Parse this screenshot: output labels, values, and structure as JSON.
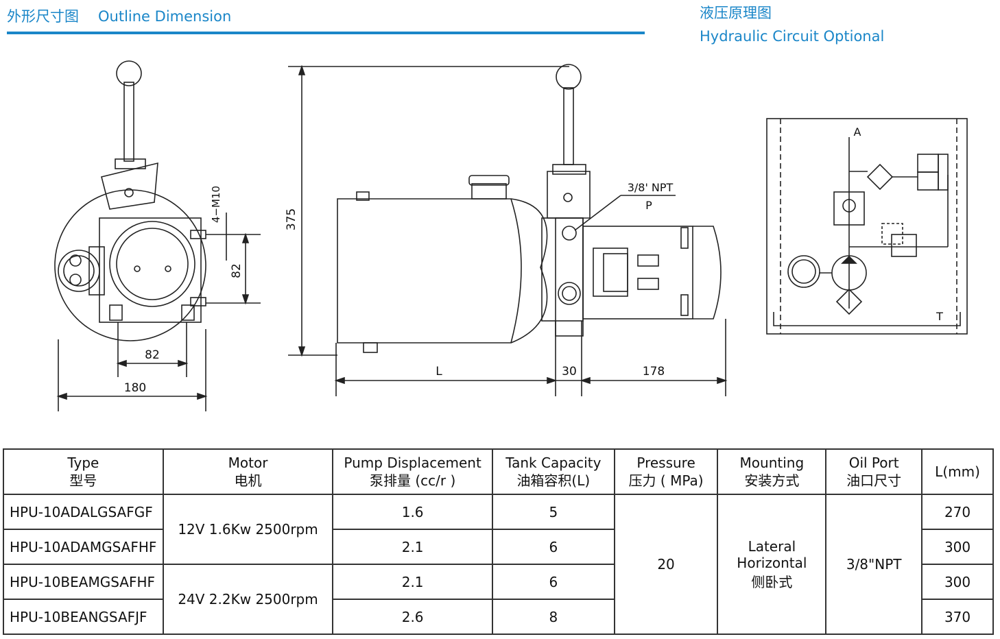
{
  "header": {
    "left_cn": "外形尺寸图",
    "left_en": "Outline Dimension",
    "right_cn": "液压原理图",
    "right_en": "Hydraulic Circuit Optional"
  },
  "drawing": {
    "dim_82_bottom": "82",
    "dim_180": "180",
    "dim_4m10": "4−M10",
    "dim_82_side": "82",
    "dim_375": "375",
    "port_label": "3/8' NPT",
    "port_p": "P",
    "dim_L": "L",
    "dim_30": "30",
    "dim_178": "178",
    "circuit_A": "A",
    "circuit_T": "T"
  },
  "table": {
    "headers": [
      {
        "en": "Type",
        "cn": "型号"
      },
      {
        "en": "Motor",
        "cn": "电机"
      },
      {
        "en": "Pump Displacement",
        "cn": "泵排量 (cc/r )"
      },
      {
        "en": "Tank Capacity",
        "cn": "油箱容积(L)"
      },
      {
        "en": "Pressure",
        "cn": "压力 ( MPa)"
      },
      {
        "en": "Mounting",
        "cn": "安装方式"
      },
      {
        "en": "Oil Port",
        "cn": "油口尺寸"
      },
      {
        "en": "L(mm)",
        "cn": ""
      }
    ],
    "rows": [
      {
        "type": "HPU-10ADALGSAFGF",
        "displacement": "1.6",
        "tank": "5",
        "l": "270"
      },
      {
        "type": "HPU-10ADAMGSAFHF",
        "displacement": "2.1",
        "tank": "6",
        "l": "300"
      },
      {
        "type": "HPU-10BEAMGSAFHF",
        "displacement": "2.1",
        "tank": "6",
        "l": "300"
      },
      {
        "type": "HPU-10BEANGSAFJF",
        "displacement": "2.6",
        "tank": "8",
        "l": "370"
      }
    ],
    "motor_12v": "12V 1.6Kw 2500rpm",
    "motor_24v": "24V 2.2Kw 2500rpm",
    "pressure": "20",
    "mounting_en1": "Lateral",
    "mounting_en2": "Horizontal",
    "mounting_cn": "侧卧式",
    "oil_port": "3/8\"NPT"
  }
}
